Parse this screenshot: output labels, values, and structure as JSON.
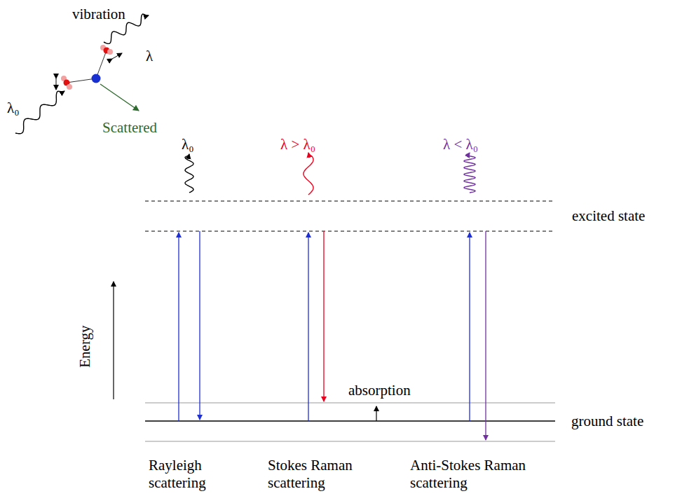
{
  "diagram": {
    "labels": [
      "vibration",
      "λ",
      "λ₀",
      "Scattered",
      "λ₀",
      "λ > λ₀",
      "λ < λ₀",
      "excited state",
      "absorption",
      "ground state",
      "Energy",
      "Rayleigh scattering",
      "Stokes Raman scattering",
      "Anti-Stokes Raman scattering"
    ]
  }
}
